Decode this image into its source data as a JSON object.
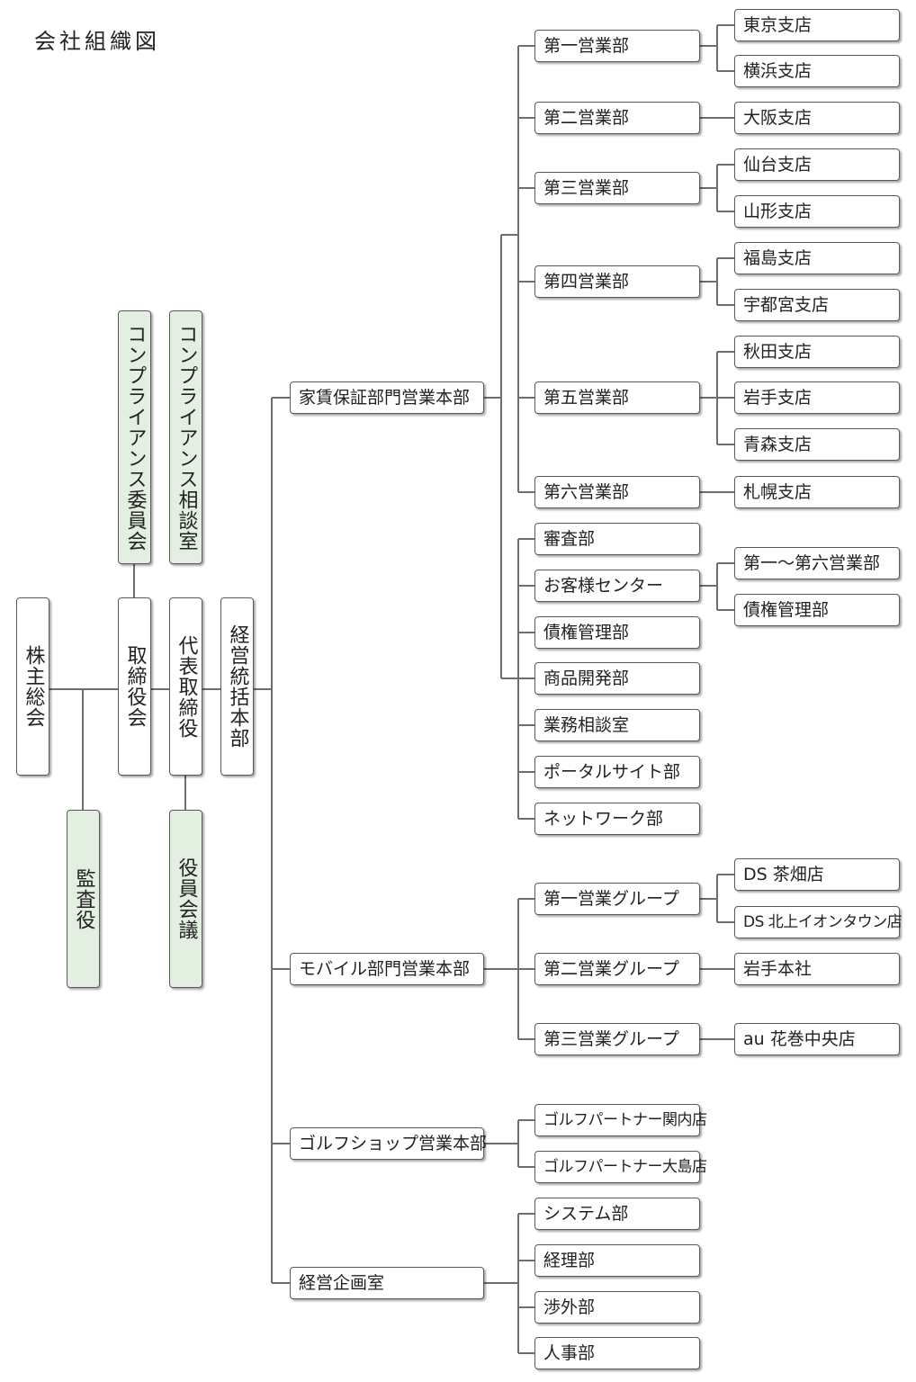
{
  "title": "会社組織図",
  "left": {
    "shareholders": "株主総会",
    "auditor": "監査役",
    "board": "取締役会",
    "compliance_committee": "コンプライアンス委員会",
    "representative": "代表取締役",
    "compliance_office": "コンプライアンス相談室",
    "officers_meeting": "役員会議",
    "hq": "経営統括本部"
  },
  "divisions": {
    "rent": "家賃保証部門営業本部",
    "mobile": "モバイル部門営業本部",
    "golf": "ゴルフショップ営業本部",
    "planning": "経営企画室"
  },
  "rent_depts": {
    "d1": "第一営業部",
    "d2": "第二営業部",
    "d3": "第三営業部",
    "d4": "第四営業部",
    "d5": "第五営業部",
    "d6": "第六営業部",
    "review": "審査部",
    "customer": "お客様センター",
    "claims": "債権管理部",
    "product": "商品開発部",
    "consult": "業務相談室",
    "portal": "ポータルサイト部",
    "network": "ネットワーク部"
  },
  "branches": {
    "tokyo": "東京支店",
    "yokohama": "横浜支店",
    "osaka": "大阪支店",
    "sendai": "仙台支店",
    "yamagata": "山形支店",
    "fukushima": "福島支店",
    "utsunomiya": "宇都宮支店",
    "akita": "秋田支店",
    "iwate": "岩手支店",
    "aomori": "青森支店",
    "sapporo": "札幌支店",
    "all_sales": "第一～第六営業部",
    "claims2": "債権管理部"
  },
  "mobile": {
    "g1": "第一営業グループ",
    "g2": "第二営業グループ",
    "g3": "第三営業グループ",
    "chabatake": "DS 茶畑店",
    "kitakami": "DS 北上イオンタウン店",
    "iwate_hq": "岩手本社",
    "hanamaki": "au 花巻中央店"
  },
  "golf": {
    "kannai": "ゴルフパートナー関内店",
    "oshima": "ゴルフパートナー大島店"
  },
  "planning": {
    "system": "システム部",
    "accounting": "経理部",
    "external": "渉外部",
    "hr": "人事部"
  }
}
